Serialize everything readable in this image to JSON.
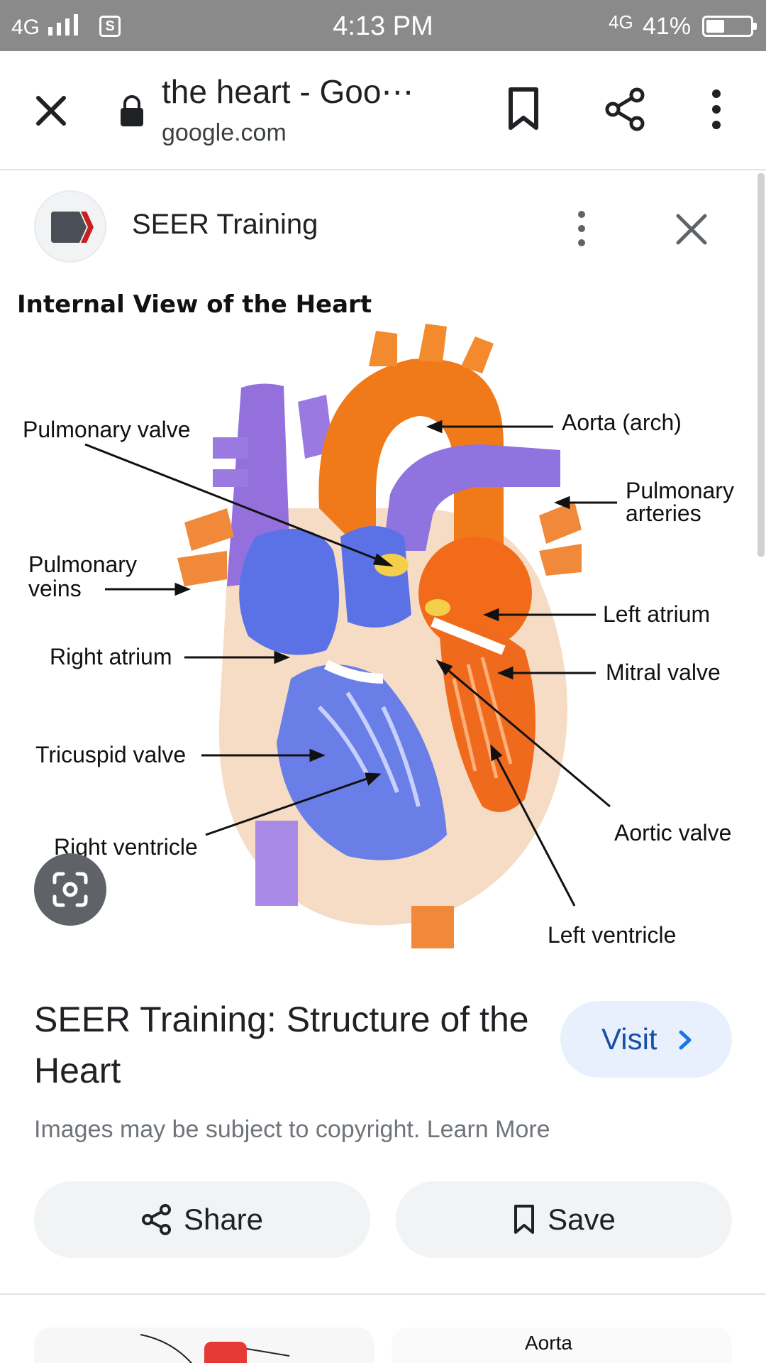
{
  "status_bar": {
    "network": "4G",
    "network_secondary": "4G",
    "sim_icon": "sim-icon",
    "time": "4:13 PM",
    "battery_percent": "41%",
    "battery_level": 0.41
  },
  "browser": {
    "page_title": "the heart - Goo⋯",
    "domain": "google.com",
    "icons": [
      "close-icon",
      "lock-icon",
      "bookmark-icon",
      "share-icon",
      "more-vert-icon"
    ]
  },
  "source": {
    "name": "SEER Training",
    "brand_color": "#c5221f"
  },
  "image": {
    "title": "Internal View of the Heart",
    "labels": {
      "pulmonary_valve": "Pulmonary valve",
      "aorta_arch": "Aorta (arch)",
      "pulmonary_arteries_1": "Pulmonary",
      "pulmonary_arteries_2": "arteries",
      "pulmonary_veins_1": "Pulmonary",
      "pulmonary_veins_2": "veins",
      "left_atrium": "Left atrium",
      "right_atrium": "Right atrium",
      "mitral_valve": "Mitral valve",
      "tricuspid_valve": "Tricuspid valve",
      "aortic_valve": "Aortic valve",
      "right_ventricle": "Right ventricle",
      "left_ventricle": "Left ventricle"
    }
  },
  "result": {
    "title": "SEER Training: Structure of the Heart",
    "visit_label": "Visit",
    "copyright": "Images may be subject to copyright. Learn More",
    "share_label": "Share",
    "save_label": "Save",
    "accent_color": "#e8f0fe"
  },
  "related": {
    "right_thumb_caption": "Aorta"
  }
}
